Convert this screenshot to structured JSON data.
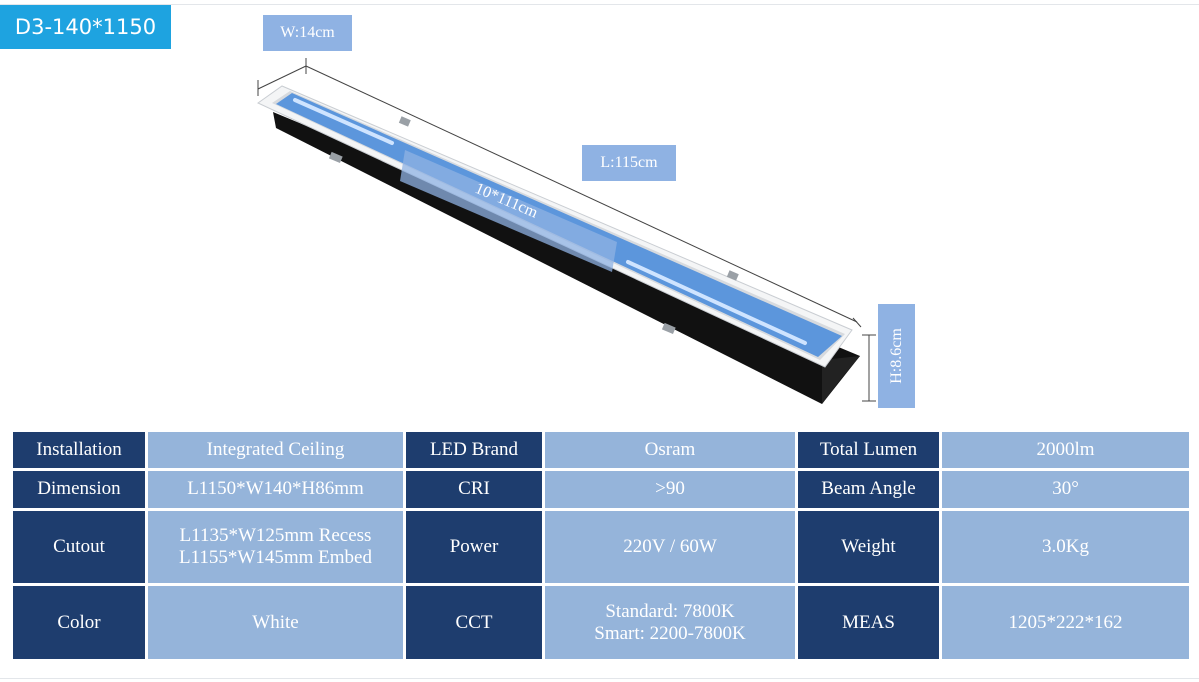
{
  "model": "D3-140*1150",
  "dimension_labels": {
    "width": "W:14cm",
    "length": "L:115cm",
    "height": "H:8.6cm",
    "lens": "10*111cm"
  },
  "colors": {
    "badge": "#1ea3e0",
    "label_bg": "#8fb2e3",
    "key_cell": "#1e3d6e",
    "value_cell": "#95b4da"
  },
  "specs": {
    "rows": [
      [
        {
          "key": "Installation",
          "value": "Integrated Ceiling"
        },
        {
          "key": "LED Brand",
          "value": "Osram"
        },
        {
          "key": "Total Lumen",
          "value": "2000lm"
        }
      ],
      [
        {
          "key": "Dimension",
          "value": "L1150*W140*H86mm"
        },
        {
          "key": "CRI",
          "value": ">90"
        },
        {
          "key": "Beam Angle",
          "value": "30°"
        }
      ],
      [
        {
          "key": "Cutout",
          "value": [
            "L1135*W125mm Recess",
            "L1155*W145mm Embed"
          ]
        },
        {
          "key": "Power",
          "value": "220V / 60W"
        },
        {
          "key": "Weight",
          "value": "3.0Kg"
        }
      ],
      [
        {
          "key": "Color",
          "value": "White"
        },
        {
          "key": "CCT",
          "value": [
            "Standard: 7800K",
            "Smart: 2200-7800K"
          ]
        },
        {
          "key": "MEAS",
          "value": "1205*222*162"
        }
      ]
    ]
  }
}
